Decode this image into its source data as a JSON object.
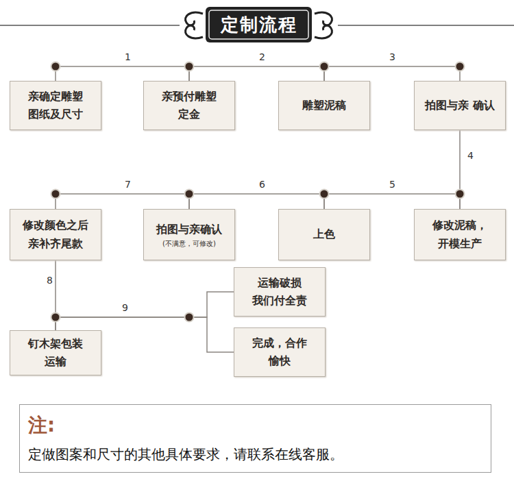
{
  "diagram": {
    "title": "定制流程",
    "nodes": [
      {
        "text": [
          "亲确定雕塑 图纸及尺寸"
        ]
      },
      {
        "text": [
          "亲预付雕塑 定金"
        ]
      },
      {
        "text": [
          "雕塑泥稿"
        ]
      },
      {
        "text": [
          "拍图与亲 确认"
        ]
      },
      {
        "text": [
          "修改泥稿， 开模生产"
        ]
      },
      {
        "text": [
          "上色"
        ]
      },
      {
        "text": [
          "拍图与亲确认",
          "(不满意，可修改)"
        ]
      },
      {
        "text": [
          "修改颜色之后 亲补齐尾款"
        ]
      },
      {
        "text": [
          "钉木架包装 运输"
        ]
      },
      {
        "text": [
          "运输破损 我们付全责"
        ]
      },
      {
        "text": [
          "完成，合作 愉快"
        ]
      },
      {
        "text": [
          "注:",
          "定做图案和尺寸的其他具体要求，请联系在线客服。"
        ]
      }
    ],
    "edges": [
      {
        "from": 0,
        "to": 1,
        "label": "1",
        "arrow": "none"
      },
      {
        "from": 1,
        "to": 2,
        "label": "2",
        "arrow": "none"
      },
      {
        "from": 2,
        "to": 3,
        "label": "3",
        "arrow": "none"
      },
      {
        "from": 3,
        "to": 4,
        "label": "4",
        "arrow": "none"
      },
      {
        "from": 4,
        "to": 5,
        "label": "5",
        "arrow": "none"
      },
      {
        "from": 5,
        "to": 6,
        "label": "6",
        "arrow": "none"
      },
      {
        "from": 6,
        "to": 7,
        "label": "7",
        "arrow": "none"
      },
      {
        "from": 7,
        "to": 8,
        "label": "8",
        "arrow": "none"
      },
      {
        "from": 8,
        "to": 9,
        "label": "9",
        "arrow": "none"
      },
      {
        "from": 8,
        "to": 10,
        "arrow": "none"
      }
    ]
  }
}
